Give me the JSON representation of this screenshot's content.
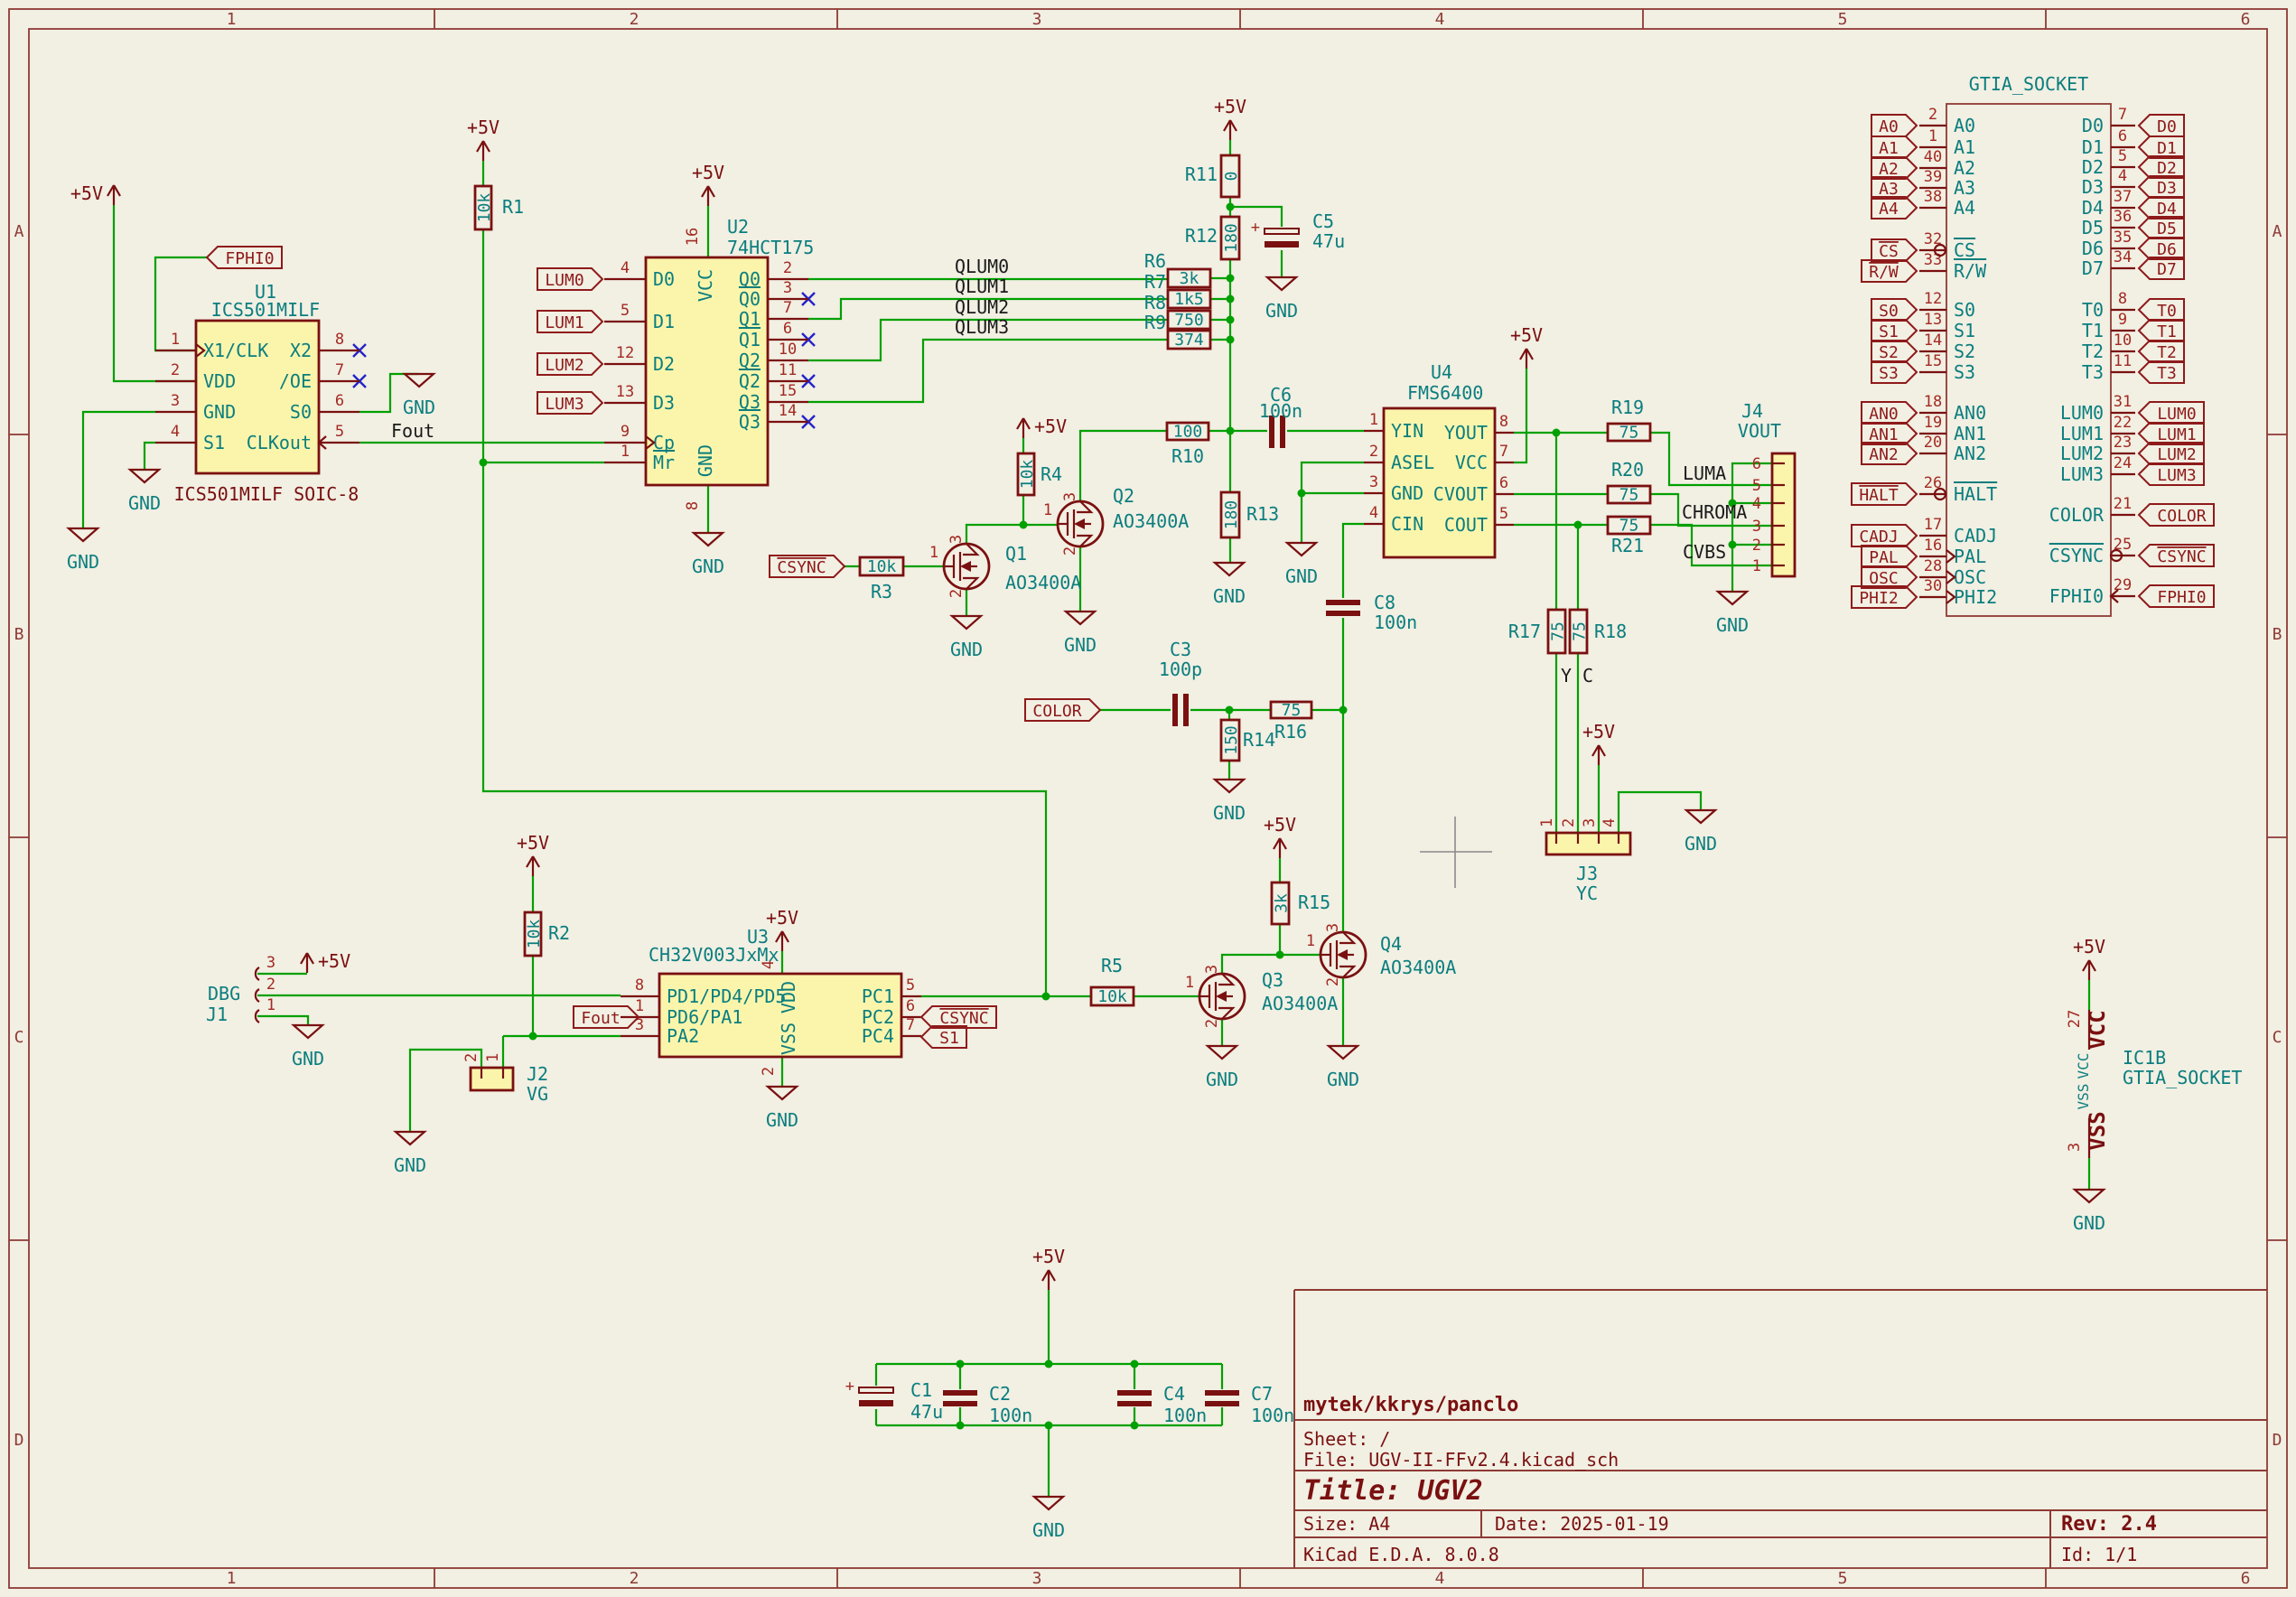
{
  "frame": {
    "cols": [
      "1",
      "2",
      "3",
      "4",
      "5",
      "6"
    ],
    "rows": [
      "A",
      "B",
      "C",
      "D"
    ]
  },
  "title_block": {
    "company": "mytek/kkrys/panclo",
    "sheet": "Sheet: /",
    "file": "File: UGV-II-FFv2.4.kicad_sch",
    "title": "Title: UGV2",
    "size": "Size: A4",
    "date": "Date: 2025-01-19",
    "rev": "Rev: 2.4",
    "tool": "KiCad E.D.A. 8.0.8",
    "id": "Id: 1/1"
  },
  "power": {
    "p5v": "+5V",
    "gnd": "GND",
    "plus": "+"
  },
  "nets": {
    "fphi0": "FPHI0",
    "fout": "Fout",
    "csync": "CSYNC",
    "s1": "S1",
    "color": "COLOR",
    "qlum0": "QLUM0",
    "qlum1": "QLUM1",
    "qlum2": "QLUM2",
    "qlum3": "QLUM3",
    "lum0": "LUM0",
    "lum1": "LUM1",
    "lum2": "LUM2",
    "lum3": "LUM3",
    "luma": "LUMA",
    "chroma": "CHROMA",
    "cvbs": "CVBS",
    "y": "Y",
    "c": "C"
  },
  "u1": {
    "ref": "U1",
    "value": "ICS501MILF",
    "footprint": "ICS501MILF SOIC-8",
    "left": [
      {
        "n": "1",
        "name": "X1/CLK"
      },
      {
        "n": "2",
        "name": "VDD"
      },
      {
        "n": "3",
        "name": "GND"
      },
      {
        "n": "4",
        "name": "S1"
      }
    ],
    "right": [
      {
        "n": "8",
        "name": "X2"
      },
      {
        "n": "7",
        "name": "/OE"
      },
      {
        "n": "6",
        "name": "S0"
      },
      {
        "n": "5",
        "name": "CLKout"
      }
    ]
  },
  "u2": {
    "ref": "U2",
    "value": "74HCT175",
    "vcc": {
      "n": "16",
      "name": "VCC"
    },
    "gnd": {
      "n": "8",
      "name": "GND"
    },
    "left": [
      {
        "n": "4",
        "name": "D0"
      },
      {
        "n": "5",
        "name": "D1"
      },
      {
        "n": "12",
        "name": "D2"
      },
      {
        "n": "13",
        "name": "D3"
      },
      {
        "n": "9",
        "name": "Cp"
      },
      {
        "n": "1",
        "name": "Mr"
      }
    ],
    "right": [
      {
        "n": "2",
        "name": "Q0"
      },
      {
        "n": "3",
        "name": "Q0"
      },
      {
        "n": "7",
        "name": "Q1"
      },
      {
        "n": "6",
        "name": "Q1"
      },
      {
        "n": "10",
        "name": "Q2"
      },
      {
        "n": "11",
        "name": "Q2"
      },
      {
        "n": "15",
        "name": "Q3"
      },
      {
        "n": "14",
        "name": "Q3"
      }
    ]
  },
  "u3": {
    "ref": "U3",
    "value": "CH32V003JxMx",
    "vdd": {
      "n": "4",
      "name": "VDD"
    },
    "vss": {
      "n": "2",
      "name": "VSS"
    },
    "left": [
      {
        "n": "8",
        "name": "PD1/PD4/PD5"
      },
      {
        "n": "1",
        "name": "PD6/PA1"
      },
      {
        "n": "3",
        "name": "PA2"
      }
    ],
    "right": [
      {
        "n": "5",
        "name": "PC1"
      },
      {
        "n": "6",
        "name": "PC2"
      },
      {
        "n": "7",
        "name": "PC4"
      }
    ]
  },
  "u4": {
    "ref": "U4",
    "value": "FMS6400",
    "left": [
      {
        "n": "1",
        "name": "YIN"
      },
      {
        "n": "2",
        "name": "ASEL"
      },
      {
        "n": "3",
        "name": "GND"
      },
      {
        "n": "4",
        "name": "CIN"
      }
    ],
    "right": [
      {
        "n": "8",
        "name": "YOUT"
      },
      {
        "n": "7",
        "name": "VCC"
      },
      {
        "n": "6",
        "name": "CVOUT"
      },
      {
        "n": "5",
        "name": "COUT"
      }
    ]
  },
  "gtia": {
    "title": "GTIA_SOCKET",
    "left": [
      {
        "n": "2",
        "name": "A0"
      },
      {
        "n": "1",
        "name": "A1"
      },
      {
        "n": "40",
        "name": "A2"
      },
      {
        "n": "39",
        "name": "A3"
      },
      {
        "n": "38",
        "name": "A4"
      },
      {
        "n": "32",
        "name": "CS"
      },
      {
        "n": "33",
        "name": "R/W"
      },
      {
        "n": "12",
        "name": "S0"
      },
      {
        "n": "13",
        "name": "S1"
      },
      {
        "n": "14",
        "name": "S2"
      },
      {
        "n": "15",
        "name": "S3"
      },
      {
        "n": "18",
        "name": "AN0"
      },
      {
        "n": "19",
        "name": "AN1"
      },
      {
        "n": "20",
        "name": "AN2"
      },
      {
        "n": "26",
        "name": "HALT"
      },
      {
        "n": "17",
        "name": "CADJ"
      },
      {
        "n": "16",
        "name": "PAL"
      },
      {
        "n": "28",
        "name": "OSC"
      },
      {
        "n": "30",
        "name": "PHI2"
      }
    ],
    "right": [
      {
        "n": "7",
        "name": "D0"
      },
      {
        "n": "6",
        "name": "D1"
      },
      {
        "n": "5",
        "name": "D2"
      },
      {
        "n": "4",
        "name": "D3"
      },
      {
        "n": "37",
        "name": "D4"
      },
      {
        "n": "36",
        "name": "D5"
      },
      {
        "n": "35",
        "name": "D6"
      },
      {
        "n": "34",
        "name": "D7"
      },
      {
        "n": "8",
        "name": "T0"
      },
      {
        "n": "9",
        "name": "T1"
      },
      {
        "n": "10",
        "name": "T2"
      },
      {
        "n": "11",
        "name": "T3"
      },
      {
        "n": "31",
        "name": "LUM0"
      },
      {
        "n": "22",
        "name": "LUM1"
      },
      {
        "n": "23",
        "name": "LUM2"
      },
      {
        "n": "24",
        "name": "LUM3"
      },
      {
        "n": "21",
        "name": "COLOR"
      },
      {
        "n": "25",
        "name": "CSYNC"
      },
      {
        "n": "29",
        "name": "FPHI0"
      }
    ]
  },
  "ic1b": {
    "ref": "IC1B",
    "value": "GTIA_SOCKET",
    "vcc_n": "27",
    "vcc": "VCC",
    "vss_n": "3",
    "vss": "VSS"
  },
  "j1": {
    "ref": "J1",
    "value": "DBG",
    "p1": "1",
    "p2": "2",
    "p3": "3"
  },
  "j2": {
    "ref": "J2",
    "value": "VG",
    "p1": "1",
    "p2": "2"
  },
  "j3": {
    "ref": "J3",
    "value": "YC",
    "p1": "1",
    "p2": "2",
    "p3": "3",
    "p4": "4"
  },
  "j4": {
    "ref": "J4",
    "value": "VOUT",
    "p1": "1",
    "p2": "2",
    "p3": "3",
    "p4": "4",
    "p5": "5",
    "p6": "6"
  },
  "r": {
    "r1": {
      "ref": "R1",
      "value": "10k"
    },
    "r2": {
      "ref": "R2",
      "value": "10k"
    },
    "r3": {
      "ref": "R3",
      "value": "10k"
    },
    "r4": {
      "ref": "R4",
      "value": "10k"
    },
    "r5": {
      "ref": "R5",
      "value": "10k"
    },
    "r6": {
      "ref": "R6",
      "value": "3k"
    },
    "r7": {
      "ref": "R7",
      "value": "1k5"
    },
    "r8": {
      "ref": "R8",
      "value": "750"
    },
    "r9": {
      "ref": "R9",
      "value": "374"
    },
    "r10": {
      "ref": "R10",
      "value": "100"
    },
    "r11": {
      "ref": "R11",
      "value": "0"
    },
    "r12": {
      "ref": "R12",
      "value": "180"
    },
    "r13": {
      "ref": "R13",
      "value": "180"
    },
    "r14": {
      "ref": "R14",
      "value": "150"
    },
    "r15": {
      "ref": "R15",
      "value": "3k"
    },
    "r16": {
      "ref": "R16",
      "value": "75"
    },
    "r17": {
      "ref": "R17",
      "value": "75"
    },
    "r18": {
      "ref": "R18",
      "value": "75"
    },
    "r19": {
      "ref": "R19",
      "value": "75"
    },
    "r20": {
      "ref": "R20",
      "value": "75"
    },
    "r21": {
      "ref": "R21",
      "value": "75"
    }
  },
  "c": {
    "c1": {
      "ref": "C1",
      "value": "47u"
    },
    "c2": {
      "ref": "C2",
      "value": "100n"
    },
    "c3": {
      "ref": "C3",
      "value": "100p"
    },
    "c4": {
      "ref": "C4",
      "value": "100n"
    },
    "c5": {
      "ref": "C5",
      "value": "47u"
    },
    "c6": {
      "ref": "C6",
      "value": "100n"
    },
    "c7": {
      "ref": "C7",
      "value": "100n"
    },
    "c8": {
      "ref": "C8",
      "value": "100n"
    }
  },
  "q": {
    "q1": {
      "ref": "Q1",
      "value": "AO3400A",
      "g": "1",
      "d": "3",
      "s": "2"
    },
    "q2": {
      "ref": "Q2",
      "value": "AO3400A",
      "g": "1",
      "d": "3",
      "s": "2"
    },
    "q3": {
      "ref": "Q3",
      "value": "AO3400A",
      "g": "1",
      "d": "3",
      "s": "2"
    },
    "q4": {
      "ref": "Q4",
      "value": "AO3400A",
      "g": "1",
      "d": "3",
      "s": "2"
    }
  }
}
